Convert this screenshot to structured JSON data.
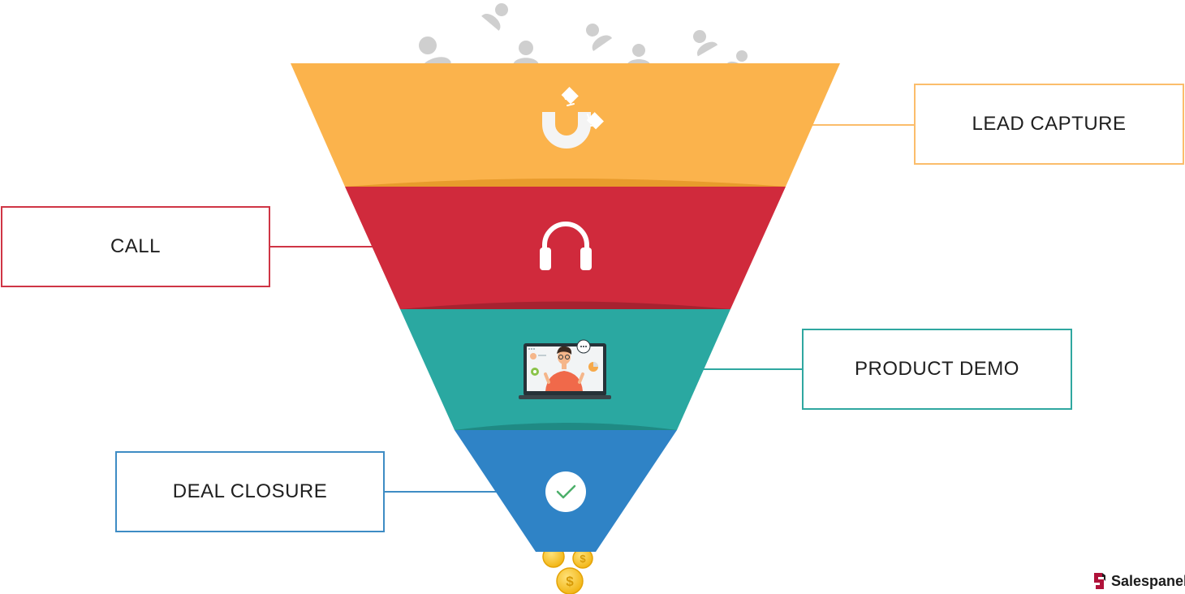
{
  "stages": [
    {
      "label": "LEAD CAPTURE",
      "icon": "magnet-icon",
      "color": "#fbb34c"
    },
    {
      "label": "CALL",
      "icon": "headphones-icon",
      "color": "#d02a3c"
    },
    {
      "label": "PRODUCT DEMO",
      "icon": "laptop-presenter-icon",
      "color": "#2aa8a1"
    },
    {
      "label": "DEAL CLOSURE",
      "icon": "check-circle-icon",
      "color": "#2f83c6"
    }
  ],
  "decorations": {
    "top": "people-icons",
    "bottom": "dollar-coin-icons"
  },
  "brand": {
    "name": "Salespanel",
    "color": "#b0123a"
  }
}
